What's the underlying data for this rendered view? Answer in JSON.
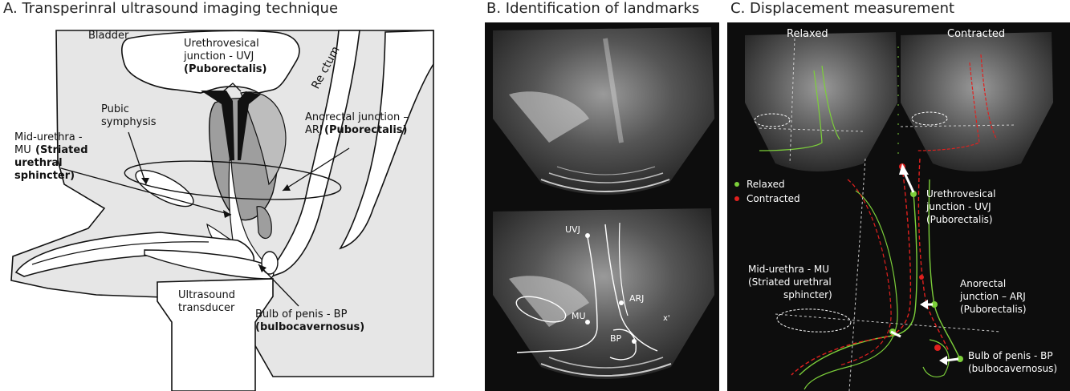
{
  "panelA": {
    "title": "A. Transperinral ultrasound imaging technique",
    "bladder": "Bladder",
    "uvj": [
      "Urethrovesical",
      "junction - UVJ",
      "(Puborectalis)"
    ],
    "rectum": "Re ctum",
    "pubic": [
      "Pubic",
      "symphysis"
    ],
    "arj": [
      "Anorectal junction –",
      "ARJ",
      "(Puborectalis)"
    ],
    "mu": [
      "Mid-urethra -",
      "MU",
      "(Striated",
      "urethral",
      "sphincter)"
    ],
    "transducer": [
      "Ultrasound",
      "transducer"
    ],
    "bp": [
      "Bulb of penis - BP",
      "(bulbocavernosus)"
    ]
  },
  "panelB": {
    "title": "B. Identification of landmarks",
    "uvj": "UVJ",
    "mu": "MU",
    "arj": "ARJ",
    "bp": "BP",
    "x": "x'"
  },
  "panelC": {
    "title": "C. Displacement measurement",
    "relaxed_title": "Relaxed",
    "contracted_title": "Contracted",
    "legend": [
      {
        "label": "Relaxed",
        "color": "#7ccf3a"
      },
      {
        "label": "Contracted",
        "color": "#e0201e"
      }
    ],
    "uvj": [
      "Urethrovesical",
      "junction - UVJ",
      "(Puborectalis)"
    ],
    "mu": [
      "Mid-urethra - MU",
      "(Striated urethral",
      "sphincter)"
    ],
    "arj": [
      "Anorectal",
      "junction – ARJ",
      "(Puborectalis)"
    ],
    "bp": [
      "Bulb of penis - BP",
      "(bulbocavernosus)"
    ]
  },
  "colors": {
    "relaxed": "#7ccf3a",
    "contracted": "#e0201e",
    "tissue_light": "#e6e6e6",
    "tissue_mid": "#9e9e9e",
    "ultrasound_bg": "#0d0d0d"
  }
}
